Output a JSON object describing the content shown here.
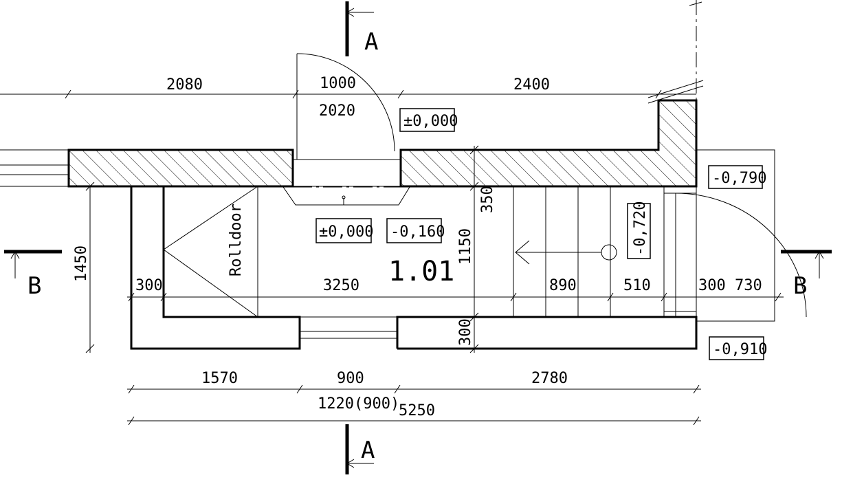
{
  "dimensions": {
    "top_left": "2080",
    "door_width": "1000",
    "door_height": "2020",
    "top_right": "2400",
    "left_height": "1450",
    "wall_left": "300",
    "room_length": "3250",
    "stair_890": "890",
    "stair_510": "510",
    "right_300_730": "300 730",
    "vert_350": "350",
    "vert_1150": "1150",
    "vert_300": "300",
    "bottom_1570": "1570",
    "bottom_900": "900",
    "bottom_2780": "2780",
    "bottom_opening": "1220(900)",
    "bottom_total": "5250"
  },
  "levels": {
    "outside_top": "±0,000",
    "inside_door": "±0,000",
    "room": "-0,160",
    "stair": "-0,720",
    "right_upper": "-0,790",
    "right_lower": "-0,910"
  },
  "room_number": "1.01",
  "rolldoor_label": "Rolldoor",
  "section_marks": {
    "a_top": "A",
    "a_bottom": "A",
    "b_left": "B",
    "b_right": "B"
  }
}
